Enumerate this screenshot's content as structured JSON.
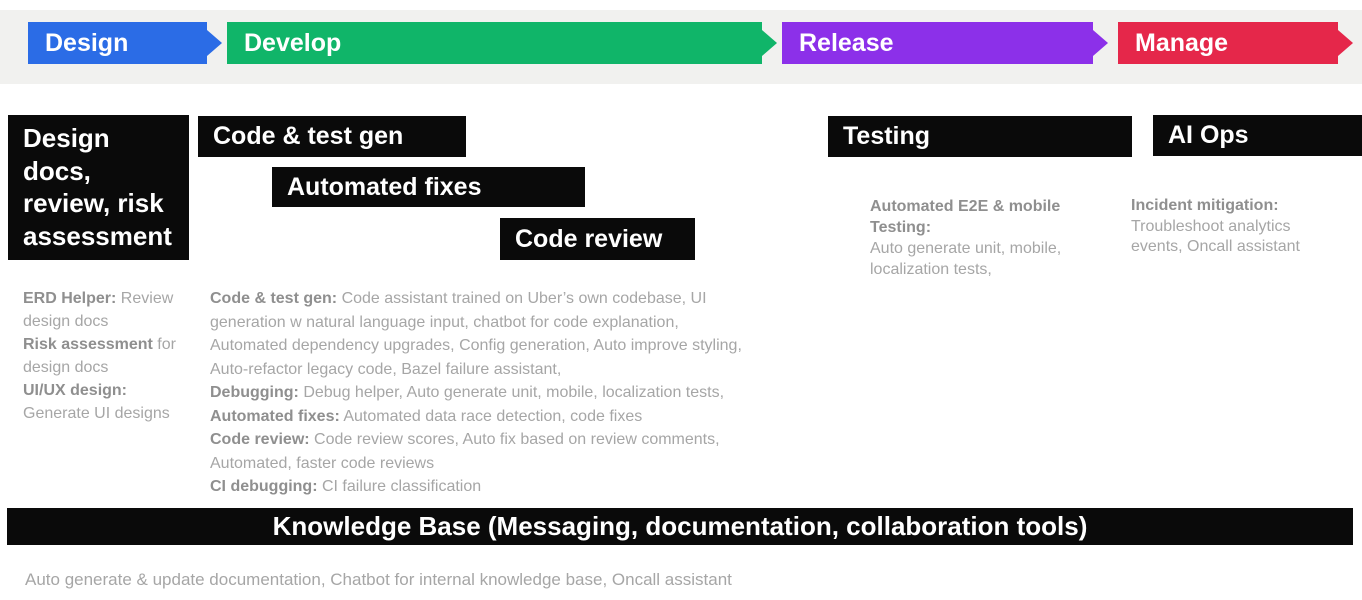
{
  "stages": {
    "design": {
      "label": "Design",
      "color": "#2b6ce6"
    },
    "develop": {
      "label": "Develop",
      "color": "#10b569"
    },
    "release": {
      "label": "Release",
      "color": "#8c30e9"
    },
    "manage": {
      "label": "Manage",
      "color": "#e5274a"
    }
  },
  "boxes": {
    "design_docs": {
      "label": "Design\ndocs,\nreview, risk\nassessment"
    },
    "code_test_gen": {
      "label": "Code & test gen"
    },
    "automated_fixes": {
      "label": "Automated fixes"
    },
    "code_review": {
      "label": "Code review"
    },
    "testing": {
      "label": "Testing"
    },
    "ai_ops": {
      "label": "AI Ops"
    }
  },
  "details": {
    "design": {
      "lines": [
        [
          {
            "b": true,
            "t": "ERD Helper:"
          },
          {
            "t": " Review"
          }
        ],
        [
          {
            "t": "design docs"
          }
        ],
        [
          {
            "b": true,
            "t": "Risk assessment"
          },
          {
            "t": " for"
          }
        ],
        [
          {
            "t": "design docs"
          }
        ],
        [
          {
            "b": true,
            "t": "UI/UX design:"
          }
        ],
        [
          {
            "t": "Generate UI designs"
          }
        ]
      ]
    },
    "develop": {
      "lines": [
        [
          {
            "b": true,
            "t": "Code & test gen:"
          },
          {
            "t": " Code assistant trained on Uber’s own codebase, UI"
          }
        ],
        [
          {
            "t": "generation w natural language input, chatbot for code explanation,"
          }
        ],
        [
          {
            "t": "Automated dependency upgrades, Config generation, Auto improve styling,"
          }
        ],
        [
          {
            "t": "Auto-refactor legacy code, Bazel failure assistant,"
          }
        ],
        [
          {
            "b": true,
            "t": "Debugging:"
          },
          {
            "t": " Debug helper, Auto generate unit, mobile, localization tests,"
          }
        ],
        [
          {
            "b": true,
            "t": "Automated fixes:"
          },
          {
            "t": " Automated data race detection, code fixes"
          }
        ],
        [
          {
            "b": true,
            "t": "Code review:"
          },
          {
            "t": " Code review scores, Auto fix based on review comments,"
          }
        ],
        [
          {
            "t": "Automated, faster code reviews"
          }
        ],
        [
          {
            "b": true,
            "t": "CI debugging:"
          },
          {
            "t": " CI failure classification"
          }
        ]
      ]
    },
    "testing": {
      "lines": [
        [
          {
            "b": true,
            "t": "Automated E2E & mobile"
          }
        ],
        [
          {
            "b": true,
            "t": "Testing:"
          }
        ],
        [
          {
            "t": "Auto generate unit, mobile,"
          }
        ],
        [
          {
            "t": "localization tests,"
          }
        ]
      ]
    },
    "ai_ops": {
      "lines": [
        [
          {
            "b": true,
            "t": "Incident mitigation:"
          }
        ],
        [
          {
            "t": "Troubleshoot analytics"
          }
        ],
        [
          {
            "t": "events, Oncall assistant"
          }
        ]
      ]
    }
  },
  "knowledge_base": {
    "title": "Knowledge Base (Messaging, documentation, collaboration tools)",
    "caption": "Auto generate & update documentation, Chatbot for internal knowledge base, Oncall assistant"
  }
}
